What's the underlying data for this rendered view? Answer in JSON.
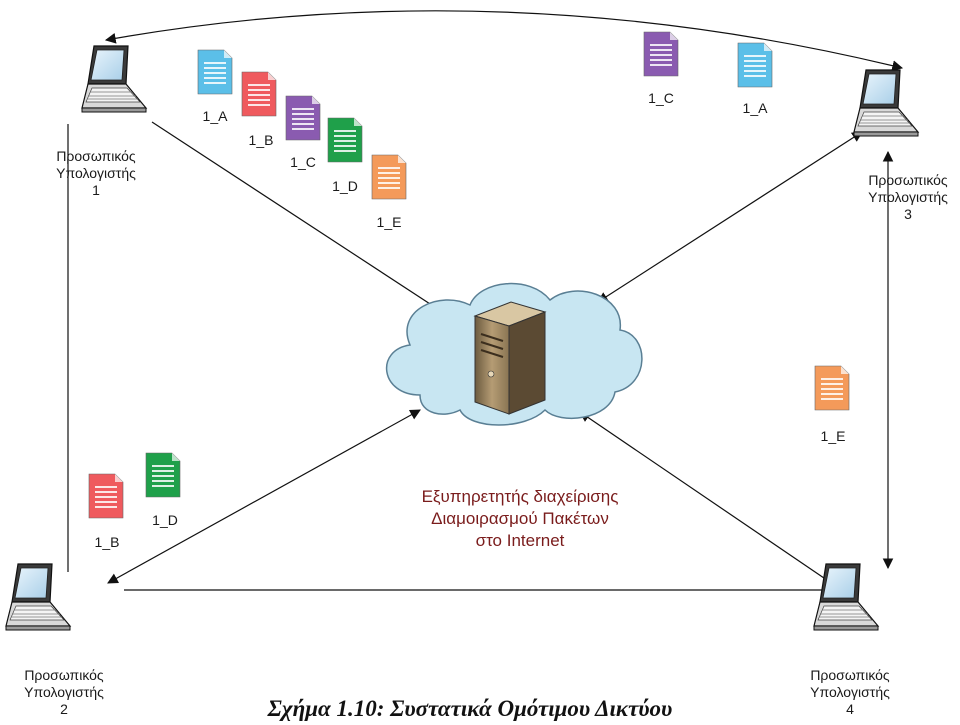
{
  "pcs": [
    {
      "line1": "Προσωπικός",
      "line2": "Υπολογιστής",
      "line3": "1"
    },
    {
      "line1": "Προσωπικός",
      "line2": "Υπολογιστής",
      "line3": "2"
    },
    {
      "line1": "Προσωπικός",
      "line2": "Υπολογιστής",
      "line3": "3"
    },
    {
      "line1": "Προσωπικός",
      "line2": "Υπολογιστής",
      "line3": "4"
    }
  ],
  "docs": [
    {
      "label": "1_A",
      "color": "#5bbfe8"
    },
    {
      "label": "1_B",
      "color": "#ef5a5e"
    },
    {
      "label": "1_C",
      "color": "#8a5bb0"
    },
    {
      "label": "1_D",
      "color": "#1fa04a"
    },
    {
      "label": "1_E",
      "color": "#f49a5a"
    },
    {
      "label": "1_C",
      "color": "#8a5bb0"
    },
    {
      "label": "1_A",
      "color": "#5bbfe8"
    },
    {
      "label": "1_E",
      "color": "#f49a5a"
    },
    {
      "label": "1_B",
      "color": "#ef5a5e"
    },
    {
      "label": "1_D",
      "color": "#1fa04a"
    }
  ],
  "server": {
    "line1": "Εξυπηρετητής διαχείρισης",
    "line2": "Διαμοιρασμού Πακέτων",
    "line3": "στο Internet"
  },
  "caption": "Σχήμα 1.10: Συστατικά Ομότιμου Δικτύου",
  "colors": {
    "cloud_fill": "#c8e6f2",
    "cloud_stroke": "#5a7f94",
    "server_label": "#7a1c1c"
  }
}
